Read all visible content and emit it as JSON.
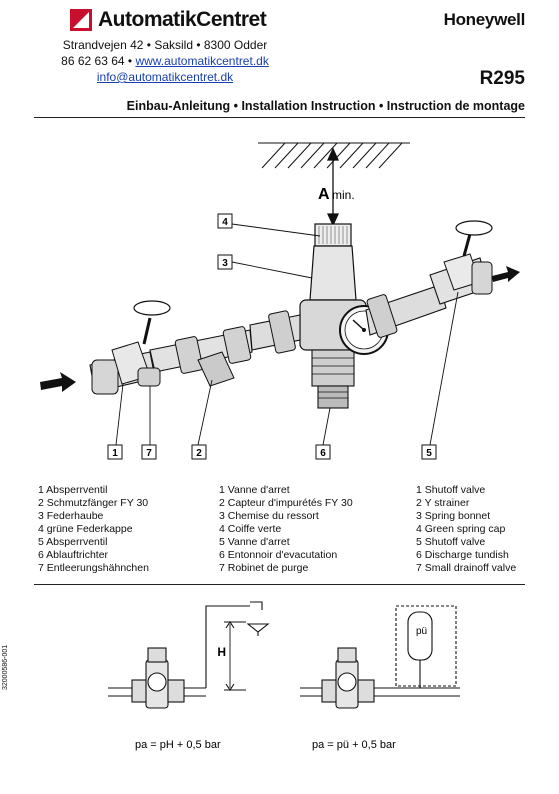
{
  "header": {
    "company": "AutomatikCentret",
    "address_line": "Strandvejen 42 • Saksild • 8300 Odder",
    "phone": "86 62 63 64 •",
    "website": "www.automatikcentret.dk",
    "email": "info@automatikcentret.dk",
    "brand": "Honeywell",
    "model": "R295",
    "subtitle": "Einbau-Anleitung • Installation Instruction • Instruction de montage"
  },
  "diagram": {
    "amin_label": "A",
    "amin_sub": "min.",
    "callouts": [
      "4",
      "3",
      "1",
      "7",
      "2",
      "6",
      "5"
    ]
  },
  "parts": {
    "german": [
      "1 Absperrventil",
      "2 Schmutzfänger FY 30",
      "3 Federhaube",
      "4 grüne Federkappe",
      "5 Absperrventil",
      "6 Ablauftrichter",
      "7 Entleerungshähnchen"
    ],
    "french": [
      "1 Vanne d'arret",
      "2 Capteur d'impurétés FY 30",
      "3 Chemise du ressort",
      "4 Coiffe verte",
      "5 Vanne d'arret",
      "6 Entonnoir d'evacutation",
      "7 Robinet de purge"
    ],
    "english": [
      "1 Shutoff valve",
      "2 Y strainer",
      "3 Spring bonnet",
      "4 Green spring cap",
      "5 Shutoff valve",
      "6 Discharge tundish",
      "7 Small drainoff valve"
    ]
  },
  "bottom": {
    "h_label": "H",
    "pu_label": "pü",
    "formula_left": "pa = pH + 0,5 bar",
    "formula_right": "pa = pü + 0,5 bar",
    "doc_code": "32000586-001"
  }
}
